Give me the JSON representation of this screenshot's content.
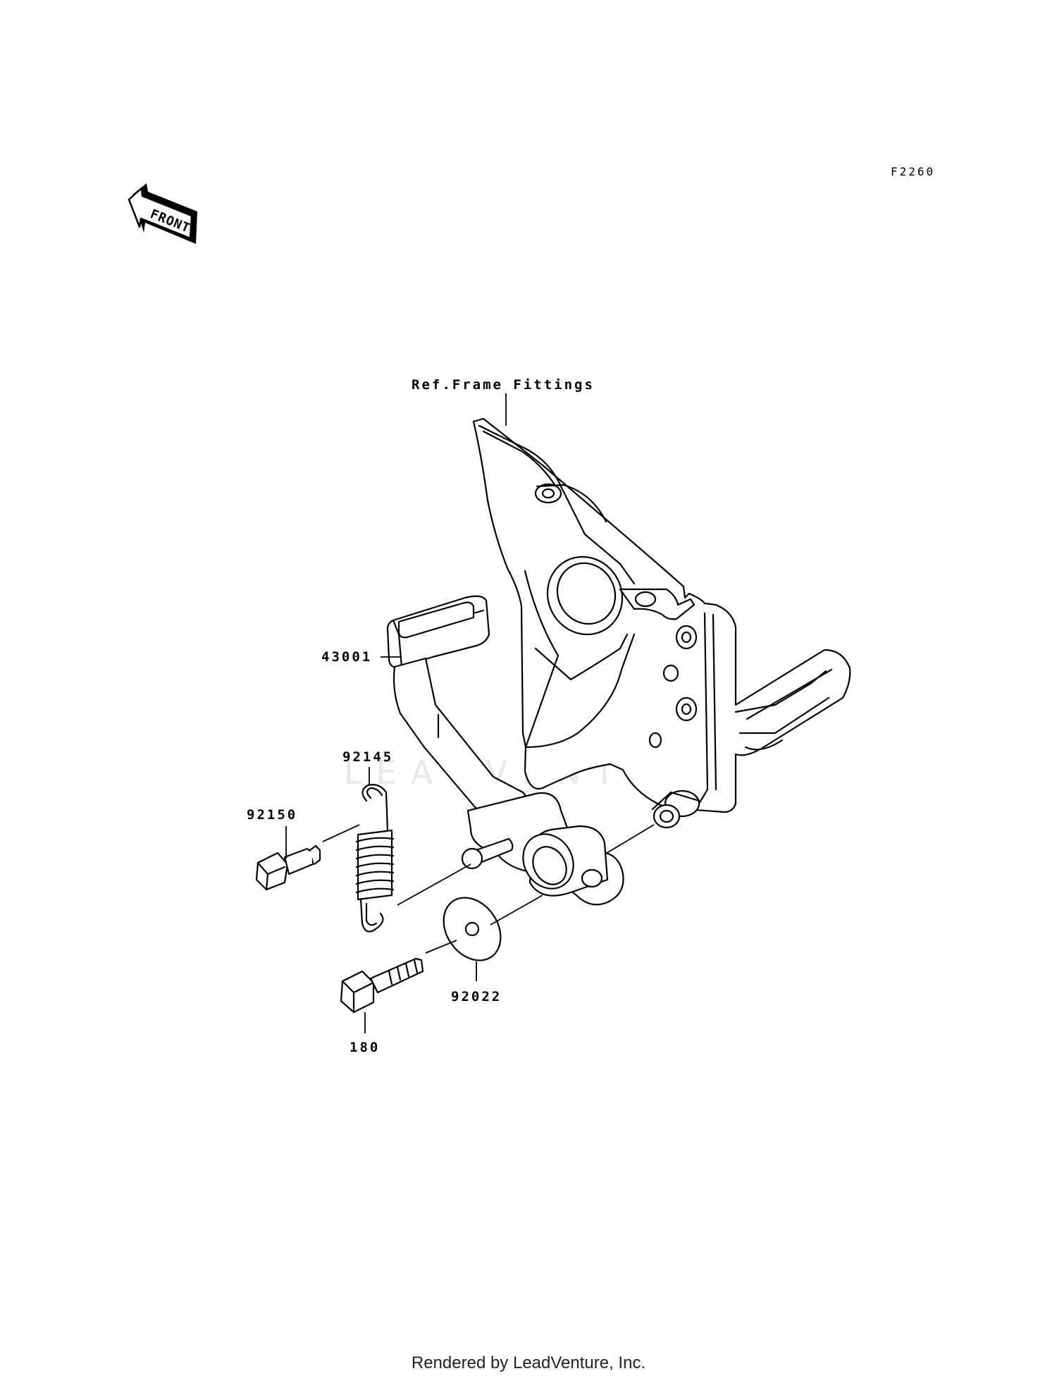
{
  "diagram_code": "F2260",
  "front_arrow": {
    "text": "FRONT",
    "icon": "front-direction-arrow-icon"
  },
  "labels": {
    "frame_ref": "Ref.Frame Fittings",
    "pedal": "43001",
    "spring": "92145",
    "pin_bolt": "92150",
    "washer": "92022",
    "bolt": "180"
  },
  "watermark": "LEADVENTURE",
  "footer": "Rendered by LeadVenture, Inc."
}
